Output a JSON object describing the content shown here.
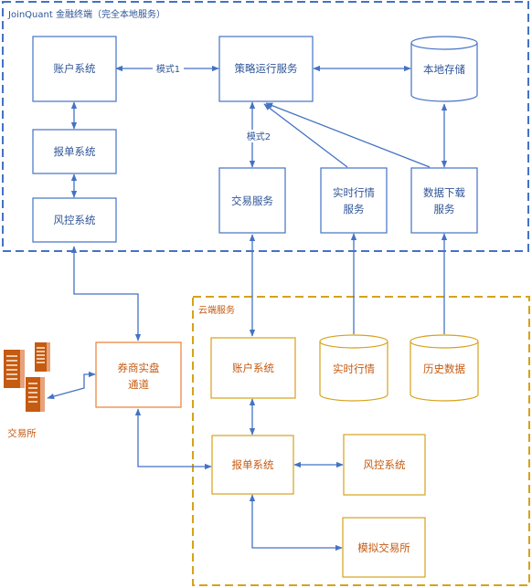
{
  "regions": {
    "local": {
      "title": "JoinQuant 金融终端（完全本地服务）",
      "color": "#4472c4"
    },
    "cloud": {
      "title": "云端服务",
      "color": "#d6a21a"
    }
  },
  "colors": {
    "arrow": "#4472c4",
    "local_box": "#4472c4",
    "cloud_box": "#d6a21a",
    "channel_box": "#ed7d31",
    "local_text": "#2f5597",
    "cloud_text": "#c55a11",
    "server_icon": "#c55a11"
  },
  "local": {
    "account": "账户系统",
    "order": "报单系统",
    "risk": "风控系统",
    "strategy": "策略运行服务",
    "storage": "本地存储",
    "trade_service": [
      "交易服务"
    ],
    "realtime_service": [
      "实时行情",
      "服务"
    ],
    "download_service": [
      "数据下载",
      "服务"
    ]
  },
  "links": {
    "mode1": "模式1",
    "mode2": "模式2"
  },
  "cloud": {
    "account": "账户系统",
    "realtime": "实时行情",
    "history": "历史数据",
    "order": "报单系统",
    "risk": "风控系统",
    "sim_exchange": "模拟交易所"
  },
  "channel": [
    "券商实盘",
    "通道"
  ],
  "exchange": {
    "label": "交易所",
    "icon": "server-icon"
  }
}
